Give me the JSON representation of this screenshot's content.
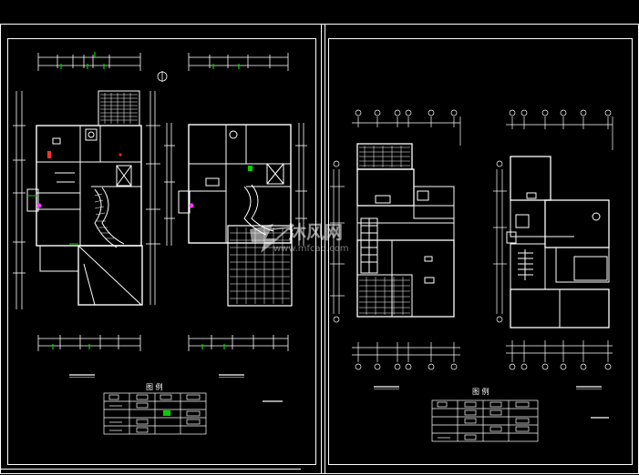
{
  "sheets": [
    {
      "legend_title": "图 例"
    },
    {
      "legend_title": "图 例"
    }
  ],
  "watermark": {
    "brand_cn": "沐风网",
    "url": "www.mfcad.com"
  },
  "colors": {
    "background": "#000000",
    "lines": "#ffffff",
    "accent_green": "#00d000",
    "accent_magenta": "#ff3cff",
    "accent_red": "#ff3030"
  }
}
